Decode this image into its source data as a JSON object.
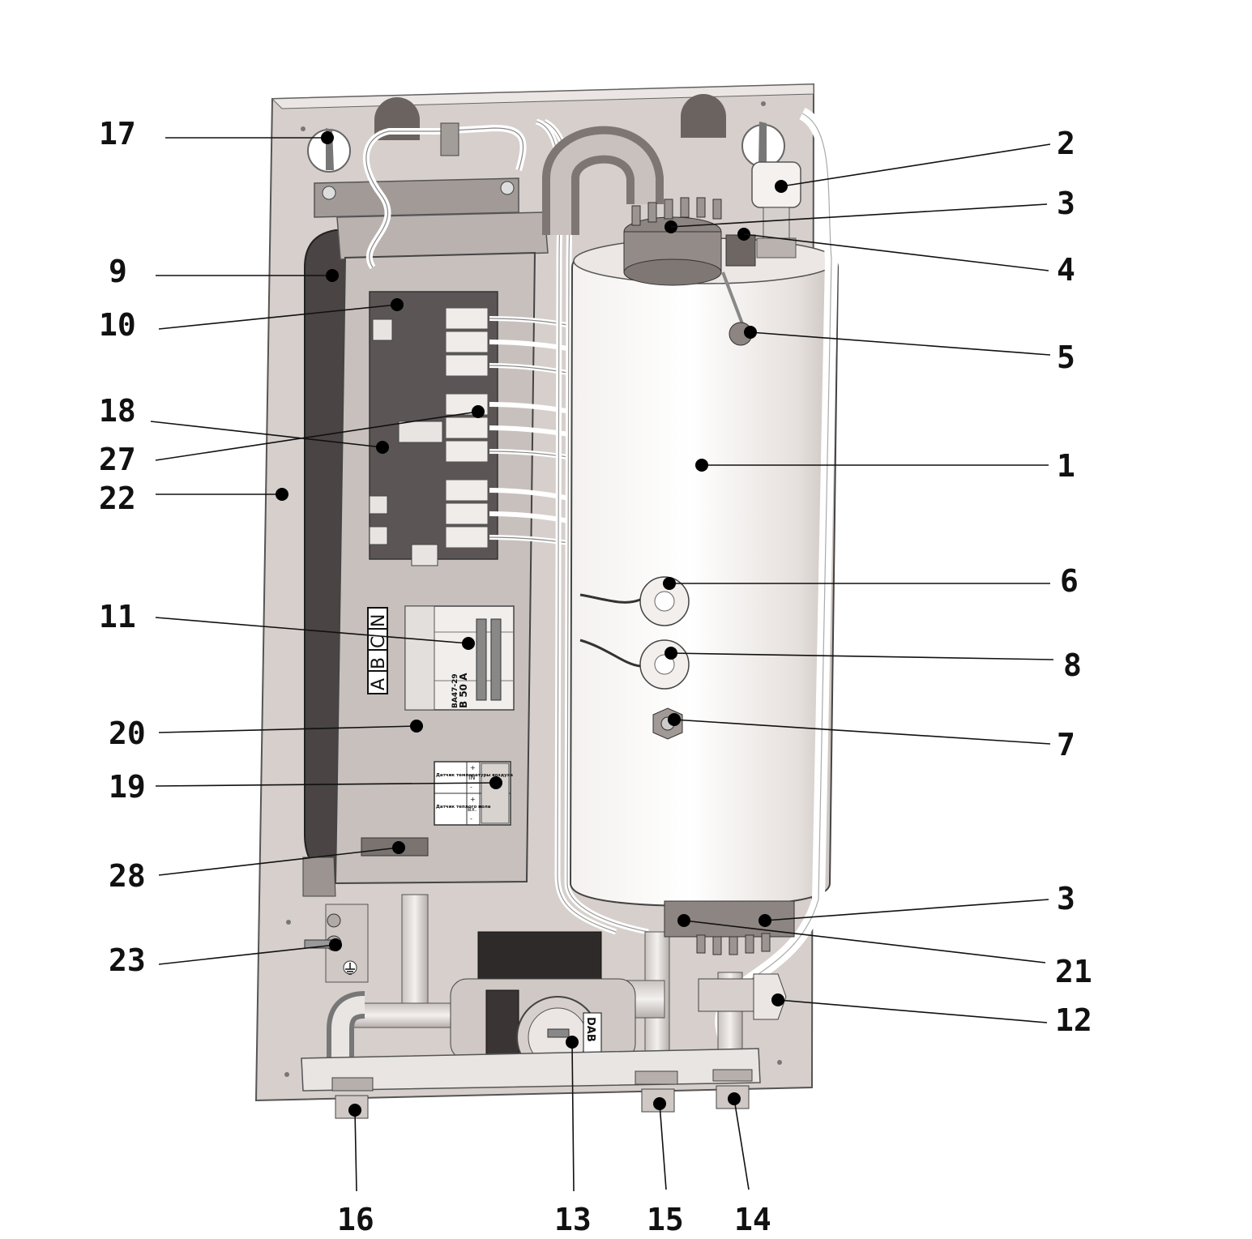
{
  "phase_labels": [
    "A",
    "B",
    "C",
    "N"
  ],
  "breaker_text": [
    "BA47-29",
    "B 50 A"
  ],
  "pump_brand": "DAB",
  "terminal_block": {
    "group1": {
      "title": "Датчик температуры воздуха",
      "pins": [
        "+",
        "IN",
        "-"
      ]
    },
    "group2": {
      "title": "Датчик теплого пола",
      "pins": [
        "+",
        "Вх.",
        "-"
      ]
    }
  },
  "callouts": {
    "c17": "17",
    "c9": "9",
    "c10": "10",
    "c18": "18",
    "c27": "27",
    "c22": "22",
    "c11": "11",
    "c20": "20",
    "c19": "19",
    "c28": "28",
    "c23": "23",
    "c2": "2",
    "c3a": "3",
    "c4": "4",
    "c5": "5",
    "c1": "1",
    "c6": "6",
    "c8": "8",
    "c7": "7",
    "c3b": "3",
    "c21": "21",
    "c12": "12",
    "c16": "16",
    "c13": "13",
    "c15": "15",
    "c14": "14"
  }
}
